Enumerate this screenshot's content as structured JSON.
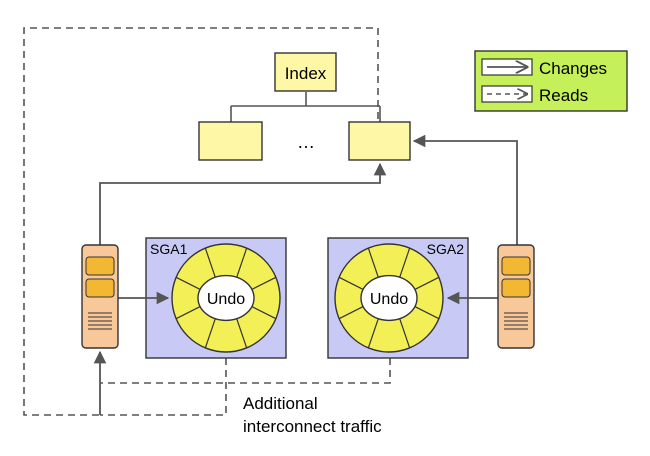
{
  "index": {
    "label": "Index"
  },
  "ellipsis": "…",
  "legend": {
    "changes_label": "Changes",
    "reads_label": "Reads"
  },
  "sga1": {
    "label": "SGA1",
    "undo_label": "Undo"
  },
  "sga2": {
    "label": "SGA2",
    "undo_label": "Undo"
  },
  "caption": {
    "line1": "Additional",
    "line2": "interconnect traffic"
  },
  "colors": {
    "index_fill": "#fdf7a6",
    "legend_fill": "#c5f05a",
    "sga_fill": "#c8c9f4",
    "undo_fill": "#f2ef57",
    "server_fill": "#f8c79a",
    "server_slot": "#f2b833",
    "line": "#555555"
  }
}
